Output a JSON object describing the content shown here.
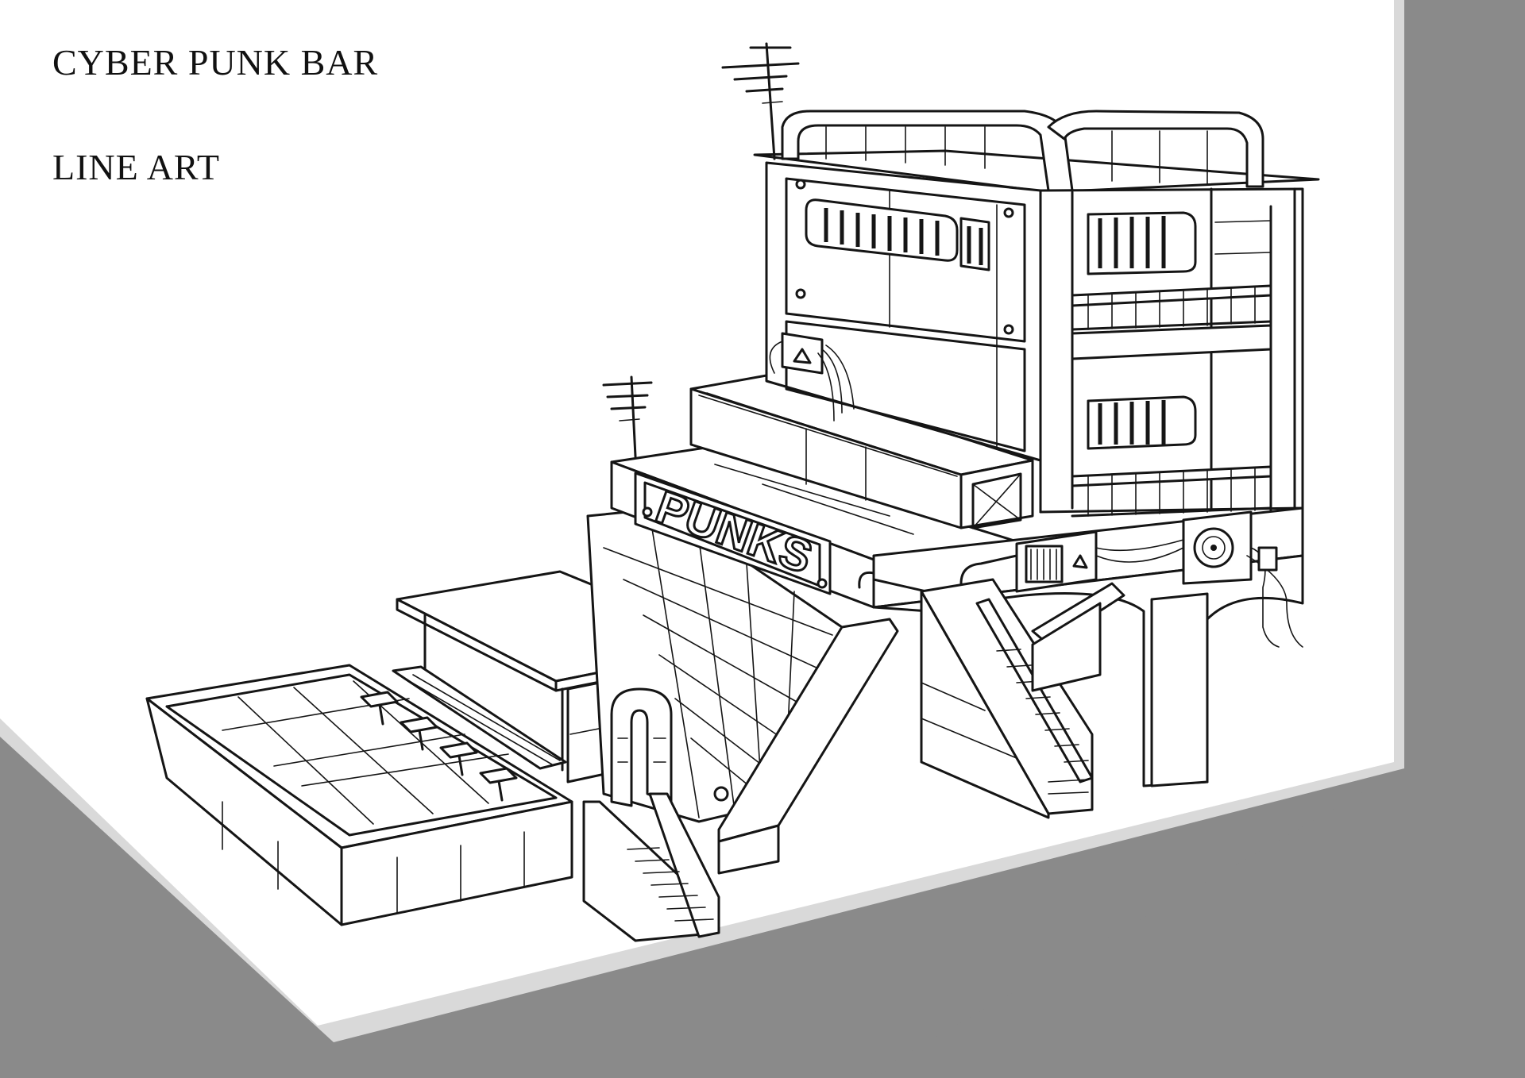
{
  "title_line_1": "CYBER PUNK BAR",
  "title_line_2": "LINE ART",
  "sign_text": "PUNKS",
  "colors": {
    "background": "#8a8a8a",
    "paper": "#ffffff",
    "paper_edge": "#d9d9d9",
    "ink": "#151515"
  }
}
